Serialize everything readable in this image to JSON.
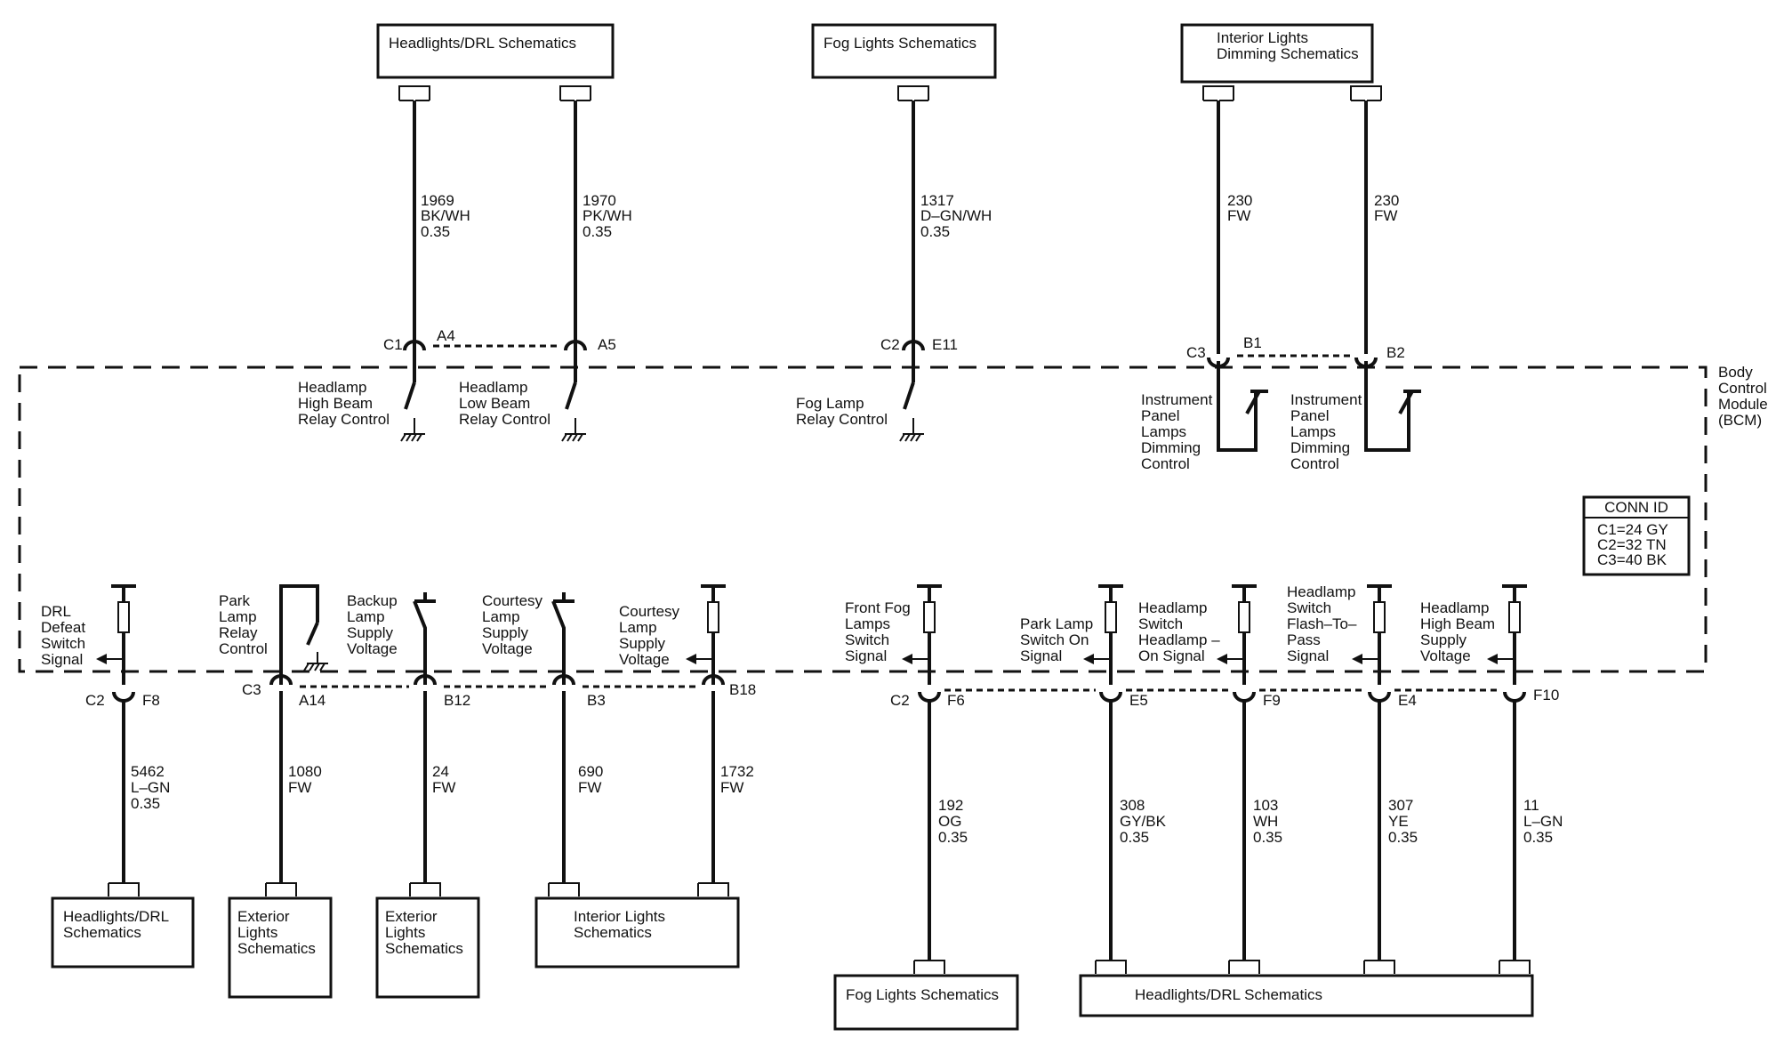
{
  "top_boxes": [
    {
      "id": "hl_top",
      "lines": [
        "Headlights/DRL Schematics"
      ]
    },
    {
      "id": "fog_top",
      "lines": [
        "Fog Lights Schematics"
      ]
    },
    {
      "id": "int_top",
      "lines": [
        "Interior Lights",
        "Dimming Schematics"
      ]
    }
  ],
  "top_wires": [
    {
      "id": "w1969",
      "lines": [
        "1969",
        "BK/WH",
        "0.35"
      ],
      "conn": "C1",
      "pin": "A4",
      "func": [
        "Headlamp",
        "High Beam",
        "Relay Control"
      ]
    },
    {
      "id": "w1970",
      "lines": [
        "1970",
        "PK/WH",
        "0.35"
      ],
      "conn": "",
      "pin": "A5",
      "func": [
        "Headlamp",
        "Low Beam",
        "Relay Control"
      ]
    },
    {
      "id": "w1317",
      "lines": [
        "1317",
        "D–GN/WH",
        "0.35"
      ],
      "conn": "C2",
      "pin": "E11",
      "func": [
        "Fog Lamp",
        "Relay Control"
      ]
    },
    {
      "id": "w230a",
      "lines": [
        "230",
        "FW"
      ],
      "conn": "C3",
      "pin": "B1",
      "func": [
        "Instrument",
        "Panel",
        "Lamps",
        "Dimming",
        "Control"
      ]
    },
    {
      "id": "w230b",
      "lines": [
        "230",
        "FW"
      ],
      "conn": "",
      "pin": "B2",
      "func": [
        "Instrument",
        "Panel",
        "Lamps",
        "Dimming",
        "Control"
      ]
    }
  ],
  "module": {
    "lines": [
      "Body",
      "Control",
      "Module",
      "(BCM)"
    ]
  },
  "conn_id": {
    "title": "CONN ID",
    "rows": [
      "C1=24 GY",
      "C2=32 TN",
      "C3=40 BK"
    ]
  },
  "bottom_left": [
    {
      "id": "b5462",
      "func": [
        "DRL",
        "Defeat",
        "Switch",
        "Signal"
      ],
      "conn": "C2",
      "pin": "F8",
      "wire": [
        "5462",
        "L–GN",
        "0.35"
      ]
    },
    {
      "id": "b1080",
      "func": [
        "Park",
        "Lamp",
        "Relay",
        "Control"
      ],
      "conn": "C3",
      "pin": "A14",
      "wire": [
        "1080",
        "FW"
      ]
    },
    {
      "id": "b24",
      "func": [
        "Backup",
        "Lamp",
        "Supply",
        "Voltage"
      ],
      "conn": "",
      "pin": "B12",
      "wire": [
        "24",
        "FW"
      ]
    },
    {
      "id": "b690",
      "func": [
        "Courtesy",
        "Lamp",
        "Supply",
        "Voltage"
      ],
      "conn": "",
      "pin": "B3",
      "wire": [
        "690",
        "FW"
      ]
    },
    {
      "id": "b1732",
      "func": [
        "Courtesy",
        "Lamp",
        "Supply",
        "Voltage"
      ],
      "conn": "",
      "pin": "B18",
      "wire": [
        "1732",
        "FW"
      ]
    }
  ],
  "bottom_right": [
    {
      "id": "b192",
      "func": [
        "Front Fog",
        "Lamps",
        "Switch",
        "Signal"
      ],
      "conn": "C2",
      "pin": "F6",
      "wire": [
        "192",
        "OG",
        "0.35"
      ]
    },
    {
      "id": "b308",
      "func": [
        "Park Lamp",
        "Switch On",
        "Signal"
      ],
      "conn": "",
      "pin": "E5",
      "wire": [
        "308",
        "GY/BK",
        "0.35"
      ]
    },
    {
      "id": "b103",
      "func": [
        "Headlamp",
        "Switch",
        "Headlamp –",
        "On Signal"
      ],
      "conn": "",
      "pin": "F9",
      "wire": [
        "103",
        "WH",
        "0.35"
      ]
    },
    {
      "id": "b307",
      "func": [
        "Headlamp",
        "Switch",
        "Flash–To–",
        "Pass",
        "Signal"
      ],
      "conn": "",
      "pin": "E4",
      "wire": [
        "307",
        "YE",
        "0.35"
      ]
    },
    {
      "id": "b11",
      "func": [
        "Headlamp",
        "High Beam",
        "Supply",
        "Voltage"
      ],
      "conn": "",
      "pin": "F10",
      "wire": [
        "11",
        "L–GN",
        "0.35"
      ]
    }
  ],
  "bottom_boxes": [
    {
      "id": "hl_bl",
      "lines": [
        "Headlights/DRL",
        "Schematics"
      ]
    },
    {
      "id": "ext1",
      "lines": [
        "Exterior",
        "Lights",
        "Schematics"
      ]
    },
    {
      "id": "ext2",
      "lines": [
        "Exterior",
        "Lights",
        "Schematics"
      ]
    },
    {
      "id": "int_b",
      "lines": [
        "Interior Lights",
        "Schematics"
      ]
    },
    {
      "id": "fog_b",
      "lines": [
        "Fog Lights Schematics"
      ]
    },
    {
      "id": "hl_br",
      "lines": [
        "Headlights/DRL Schematics"
      ]
    }
  ]
}
